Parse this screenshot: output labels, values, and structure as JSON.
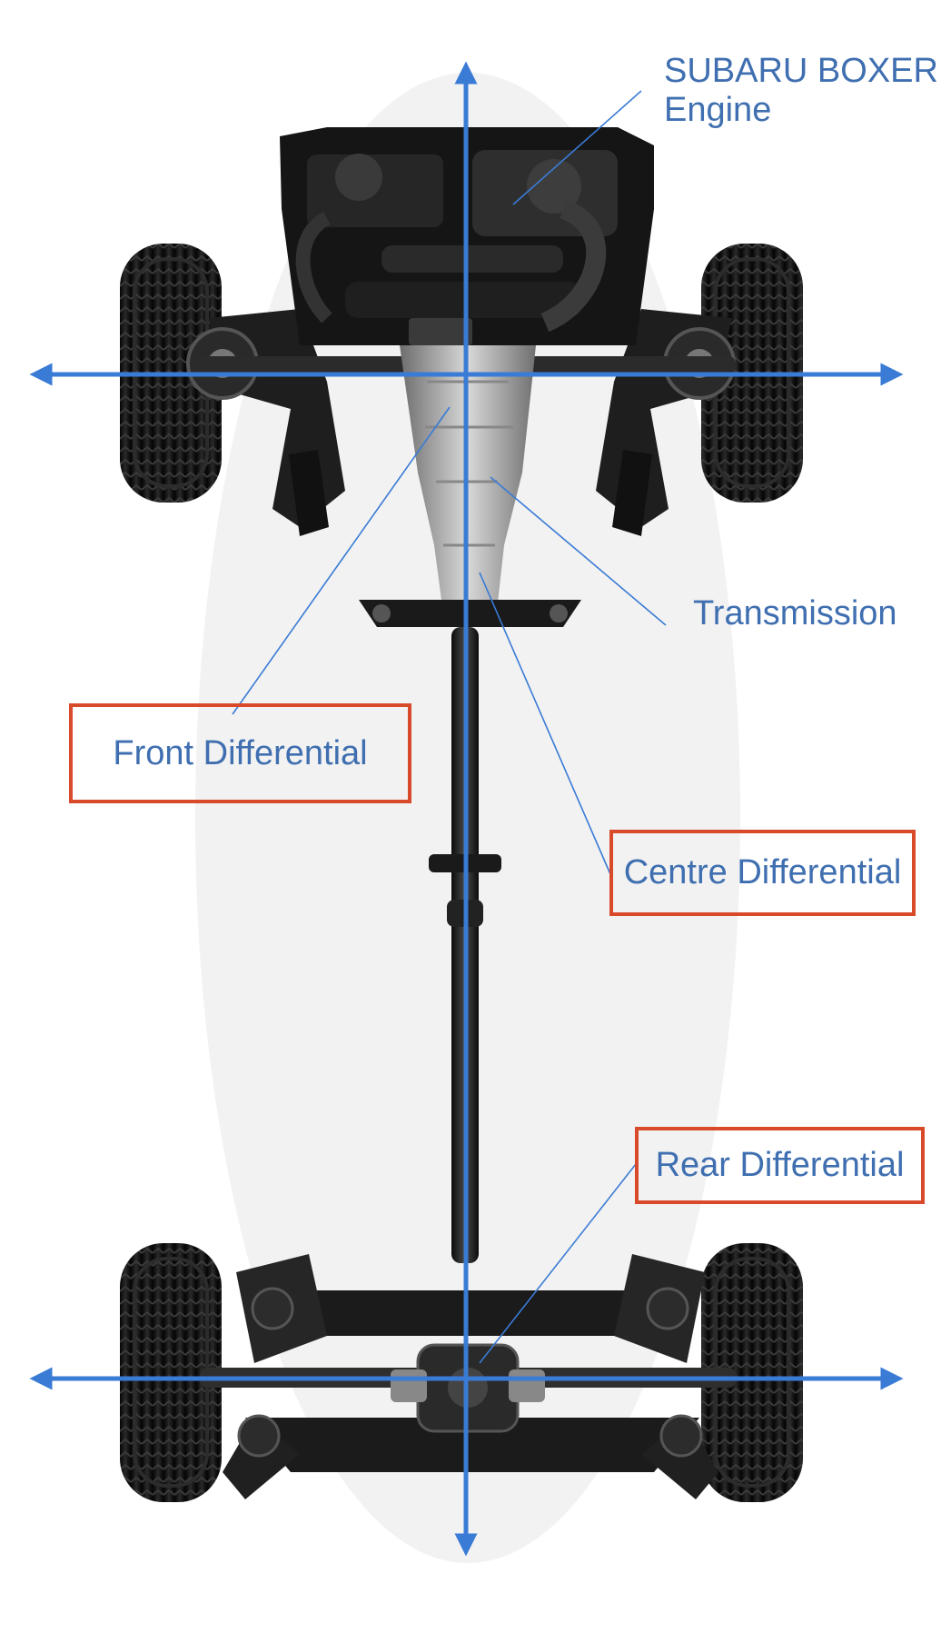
{
  "labels": {
    "engine_line1": "SUBARU BOXER",
    "engine_line2": "Engine",
    "transmission": "Transmission",
    "front_differential": "Front Differential",
    "centre_differential": "Centre Differential",
    "rear_differential": "Rear Differential"
  },
  "colors": {
    "axis_arrow": "#3a7bd5",
    "label_text": "#3f6fb0",
    "highlight_box": "#d94a2b",
    "chassis": "#1c1c1c",
    "tire": "#111111",
    "metal": "#9a9a9a"
  },
  "icons": {
    "axis": "double-headed-arrow",
    "drivetrain": "awd-chassis-top-view"
  }
}
